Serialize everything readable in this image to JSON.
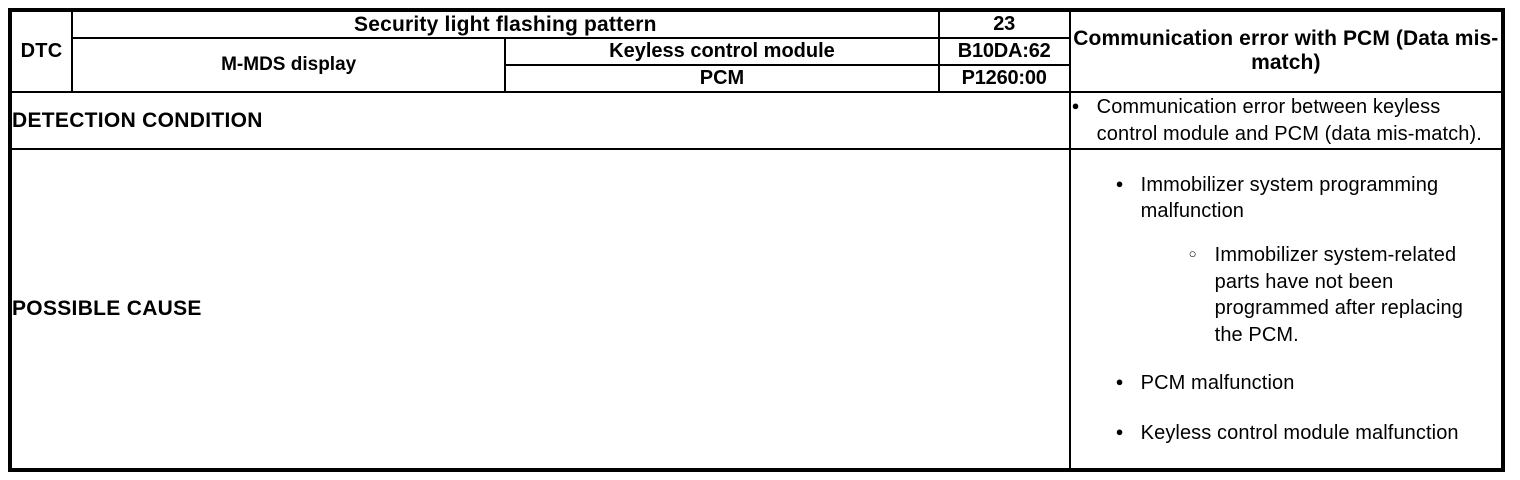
{
  "table": {
    "dtc_label": "DTC",
    "rows": [
      {
        "name": "Security light flashing pattern",
        "code": "23"
      },
      {
        "group_label": "M-MDS display",
        "name": "Keyless control module",
        "code": "B10DA:62"
      },
      {
        "name": "PCM",
        "code": "P1260:00"
      }
    ],
    "description": "Communication error with PCM (Data mis-match)"
  },
  "detection": {
    "label": "DETECTION CONDITION",
    "items": [
      "Communication error between keyless control module and PCM (data mis-match)."
    ]
  },
  "possible_cause": {
    "label": "POSSIBLE CAUSE",
    "items": [
      "Immobilizer system programming malfunction",
      "PCM malfunction",
      "Keyless control module malfunction"
    ],
    "sub_items": [
      "Immobilizer system-related parts have not been programmed after replacing the PCM."
    ]
  }
}
